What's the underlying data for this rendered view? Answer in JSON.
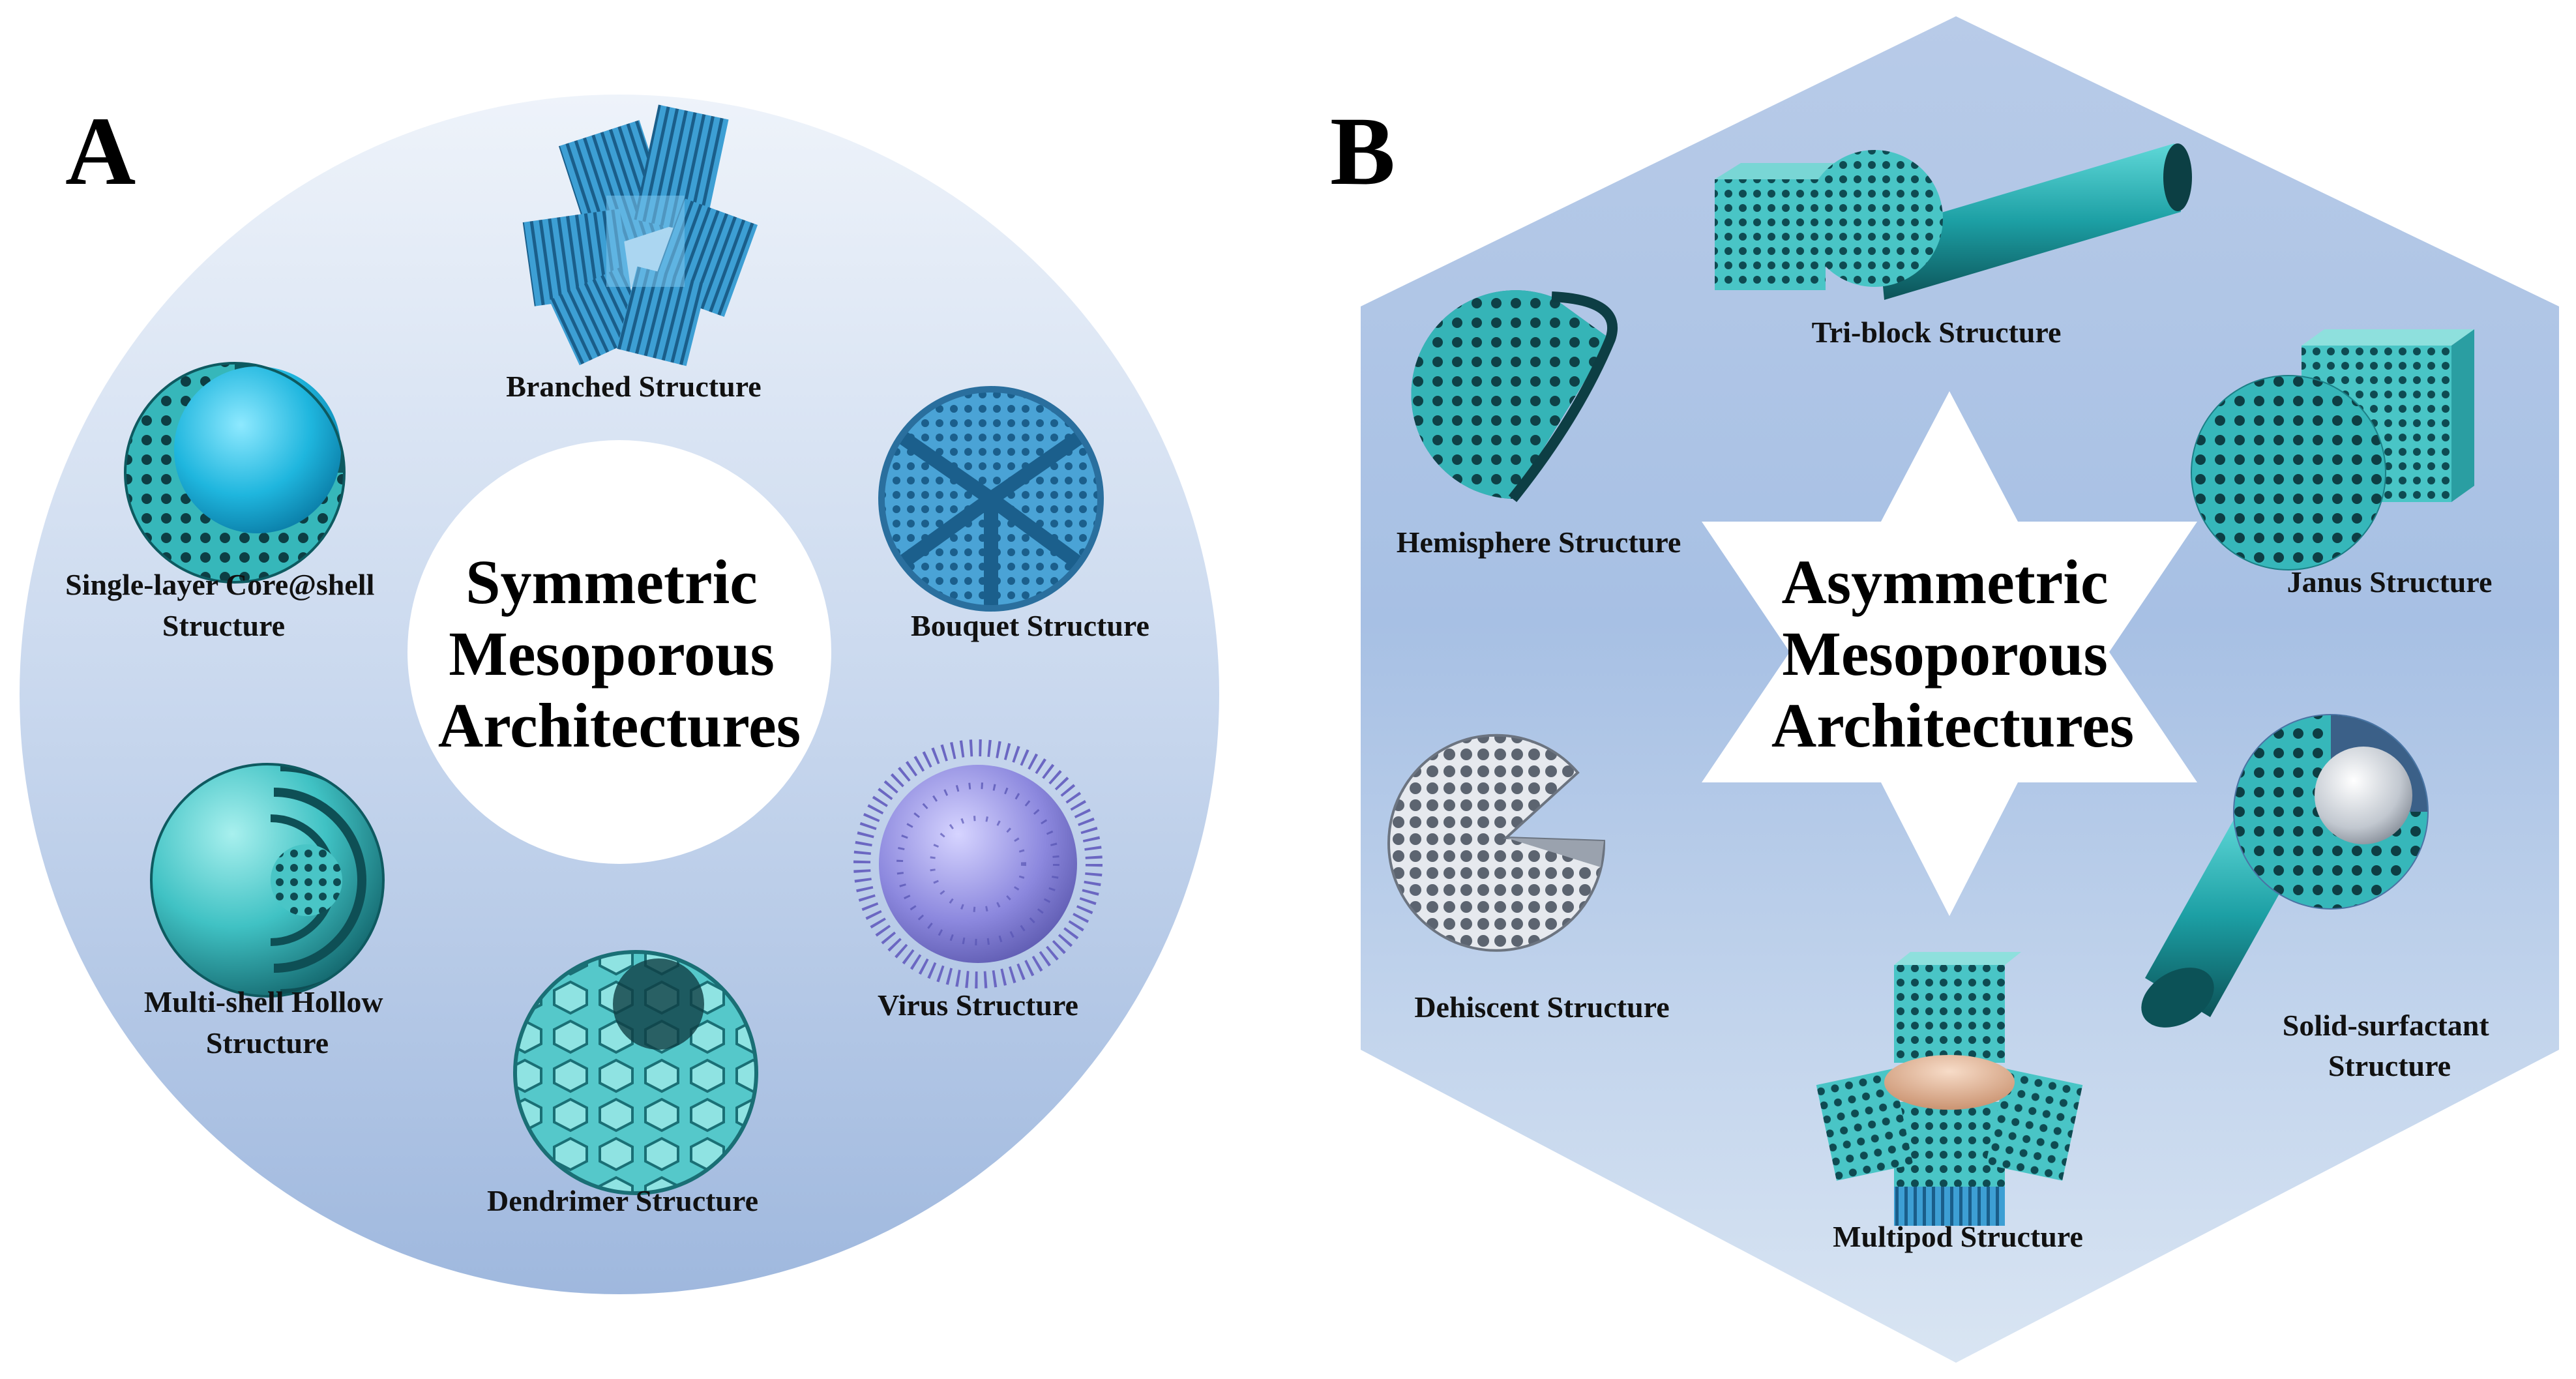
{
  "panels": {
    "a": {
      "letter": "A",
      "center": [
        "Symmetric",
        "Mesoporous",
        "Architectures"
      ],
      "items": {
        "branched": [
          "Branched Structure"
        ],
        "bouquet": [
          "Bouquet Structure"
        ],
        "virus": [
          "Virus Structure"
        ],
        "dendrimer": [
          "Dendrimer Structure"
        ],
        "multishell": [
          "Multi-shell Hollow",
          "Structure"
        ],
        "coreshell": [
          "Single-layer Core@shell",
          "Structure"
        ]
      }
    },
    "b": {
      "letter": "B",
      "center": [
        "Asymmetric",
        "Mesoporous",
        "Architectures"
      ],
      "items": {
        "triblock": [
          "Tri-block Structure"
        ],
        "janus": [
          "Janus Structure"
        ],
        "solidsurfactant": [
          "Solid-surfactant",
          "Structure"
        ],
        "multipod": [
          "Multipod Structure"
        ],
        "dehiscent": [
          "Dehiscent Structure"
        ],
        "hemisphere": [
          "Hemisphere Structure"
        ]
      }
    }
  },
  "colors": {
    "panel_light": "#e4ecf6",
    "panel_dark": "#9cb6dc",
    "teal": "#3cc6c8",
    "teal_dark": "#137a80",
    "blue_object": "#3a9bd0",
    "virus_purple": "#8c88de"
  }
}
